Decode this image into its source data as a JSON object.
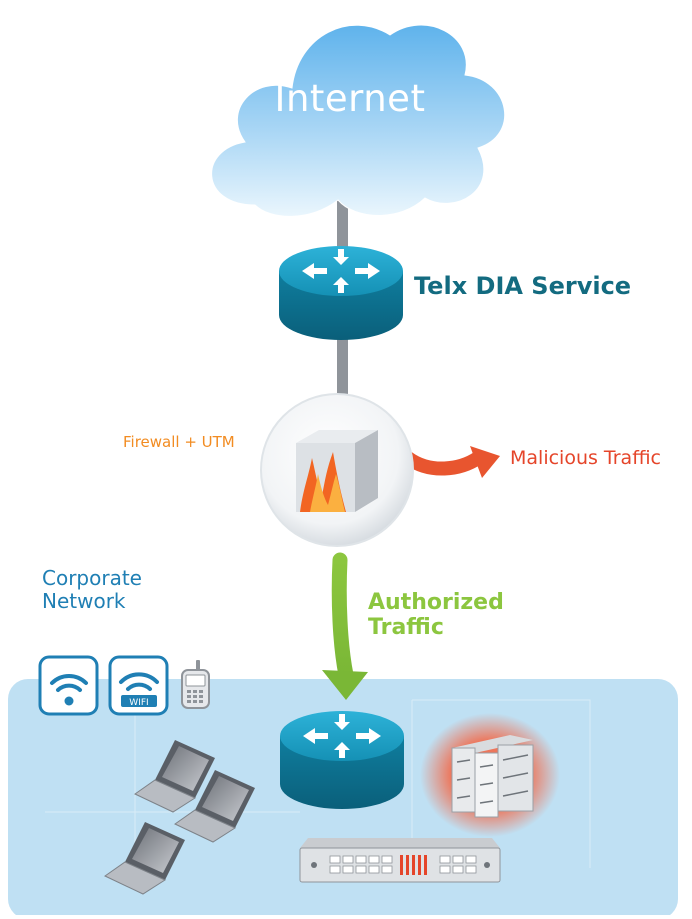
{
  "nodes": {
    "internet": {
      "label": "Internet"
    },
    "dia_router": {
      "label": "Telx DIA Service"
    },
    "firewall": {
      "label": "Firewall + UTM"
    },
    "malicious": {
      "label": "Malicious Traffic"
    },
    "authorized": {
      "label_line1": "Authorized",
      "label_line2": "Traffic"
    },
    "corporate": {
      "label_line1": "Corporate",
      "label_line2": "Network"
    },
    "wifi_badge": {
      "text": "WIFI"
    }
  },
  "icons": [
    "cloud-icon",
    "router-icon",
    "firewall-icon",
    "wifi-icon",
    "mobile-phone-icon",
    "laptop-icon",
    "server-rack-icon",
    "network-switch-icon"
  ],
  "colors": {
    "router": "#1591b5",
    "title_teal": "#136b80",
    "firewall_orange": "#f28c22",
    "malicious_red": "#e5452a",
    "authorized_green": "#8cc63f",
    "corporate_blue": "#1f7fb4",
    "panel_blue": "#bfe0f3",
    "cloud_blue": "#a9d6f5"
  }
}
